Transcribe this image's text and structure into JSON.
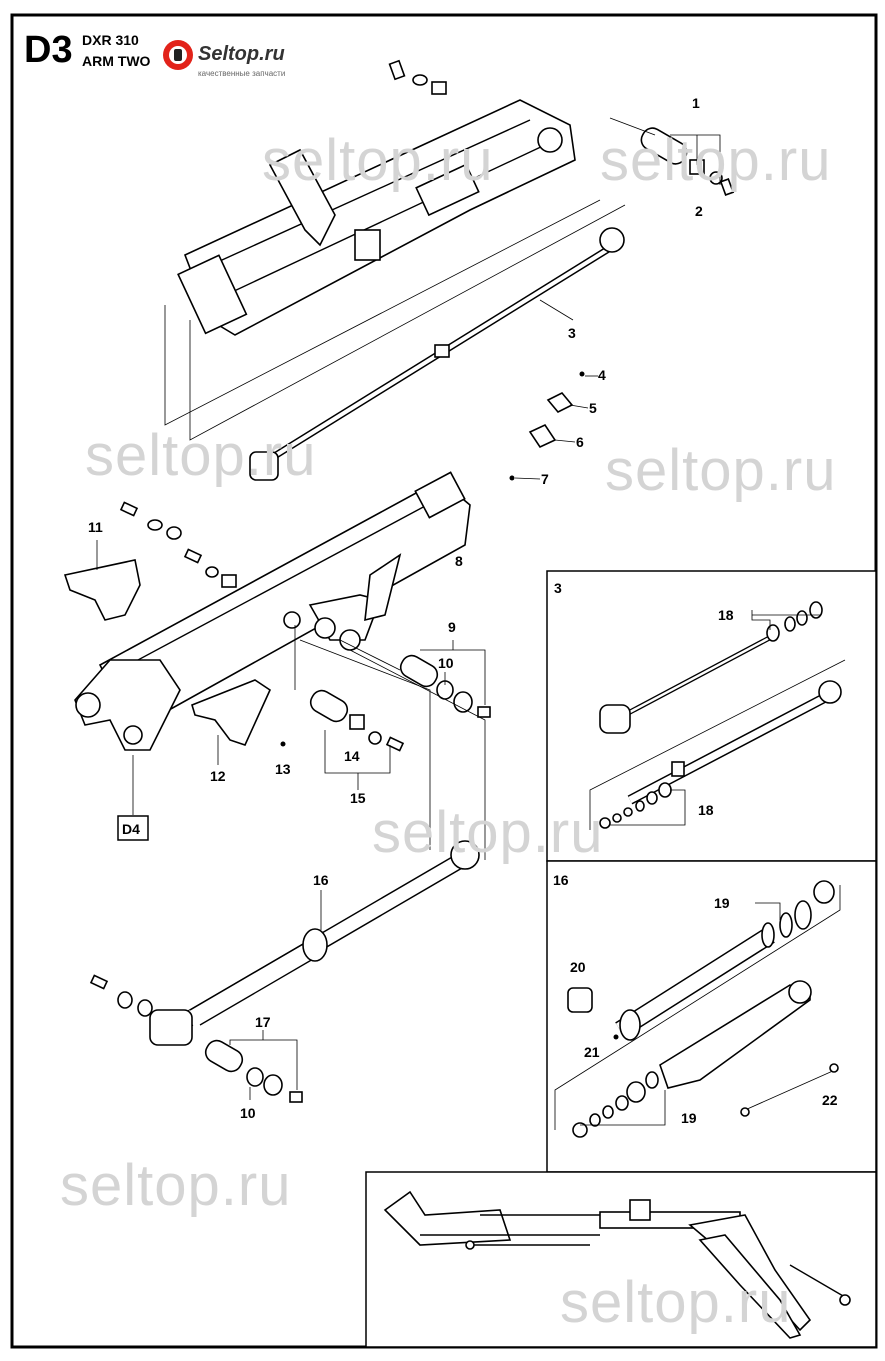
{
  "header": {
    "code": "D3",
    "model": "DXR 310",
    "title": "ARM TWO"
  },
  "logo": {
    "brand": "Seltop.ru",
    "tagline": "качественные запчасти"
  },
  "watermark": "seltop.ru",
  "callouts": {
    "c1": "1",
    "c2": "2",
    "c3": "3",
    "c4": "4",
    "c5": "5",
    "c6": "6",
    "c7": "7",
    "c8": "8",
    "c9": "9",
    "c10a": "10",
    "c11": "11",
    "c12": "12",
    "c13": "13",
    "c14": "14",
    "c15": "15",
    "c16": "16",
    "c17": "17",
    "c10b": "10"
  },
  "reference_box": "D4",
  "inset_cylinder3": {
    "title": "3",
    "c18a": "18",
    "c18b": "18"
  },
  "inset_cylinder16": {
    "title": "16",
    "c19a": "19",
    "c19b": "19",
    "c20": "20",
    "c21": "21",
    "c22": "22"
  },
  "colors": {
    "logo_red": "#e2231a",
    "watermark": "#d4d4d4"
  }
}
